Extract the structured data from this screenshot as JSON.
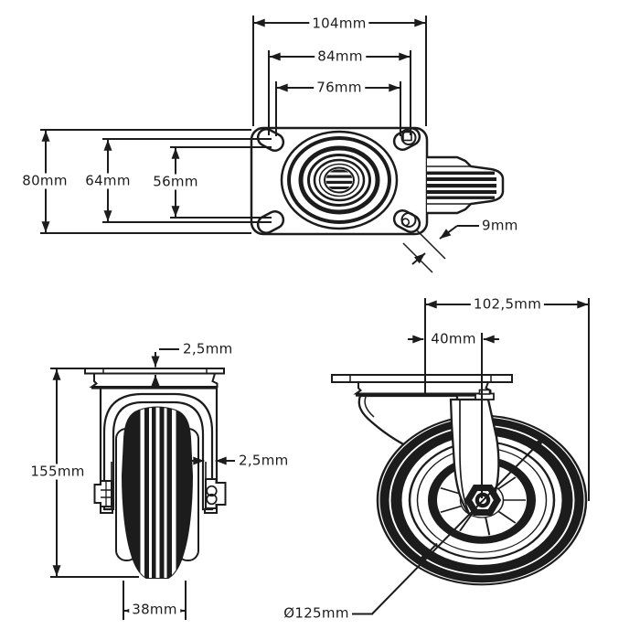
{
  "colors": {
    "background": "#ffffff",
    "line": "#1c1c1c"
  },
  "views": {
    "plate_top_view": {
      "description": "top view of caster mounting plate with swivel bearing and wheel",
      "labels": {
        "plate_width": "104mm",
        "slot_spacing_outer_h": "84mm",
        "hole_spacing_h": "76mm",
        "plate_depth": "80mm",
        "slot_spacing_outer_v": "64mm",
        "hole_spacing_v": "56mm",
        "slot_width": "9mm"
      }
    },
    "wheel_front_view": {
      "description": "front view of caster with fork and wheel",
      "labels": {
        "plate_thickness": "2,5mm",
        "total_height": "155mm",
        "bracket_thickness": "2,5mm",
        "wheel_width": "38mm"
      }
    },
    "caster_side_view": {
      "description": "side view of swivel caster",
      "labels": {
        "total_offset_width": "102,5mm",
        "swivel_offset": "40mm",
        "wheel_diameter": "Ø125mm"
      }
    }
  }
}
